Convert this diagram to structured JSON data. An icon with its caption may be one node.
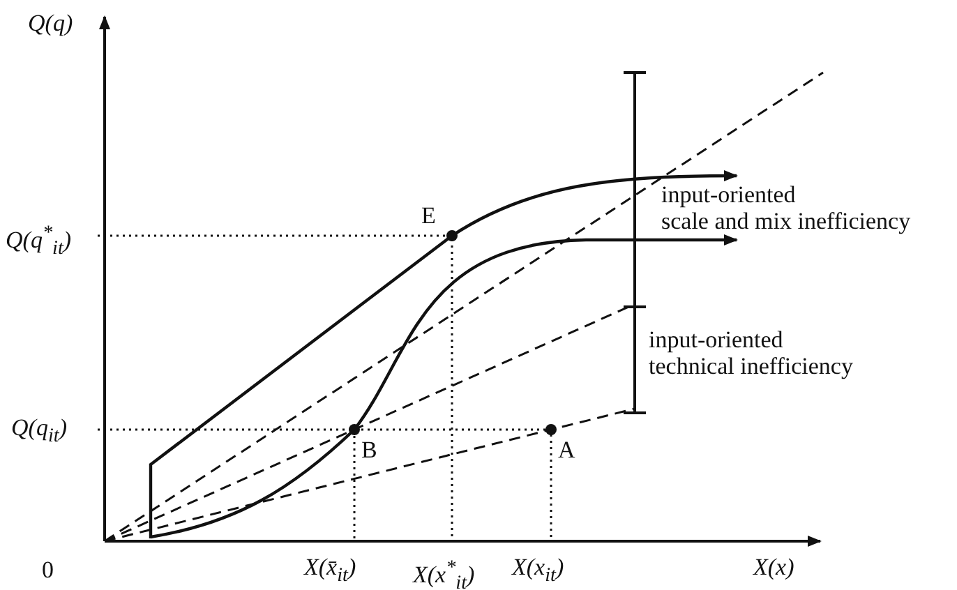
{
  "diagram": {
    "labels": [
      "Q(q)",
      "E",
      "Q(q$^{*}$$_{it}$)",
      "input-oriented scale and mix inefficiency",
      "input-oriented technical inefficiency",
      "Q(q$_{it}$)",
      "B",
      "A",
      "0",
      "X(x̄$_{it}$)",
      "X(x$^{*}$$_{it}$)",
      "X(x$_{it}$)",
      "X(x)"
    ]
  }
}
